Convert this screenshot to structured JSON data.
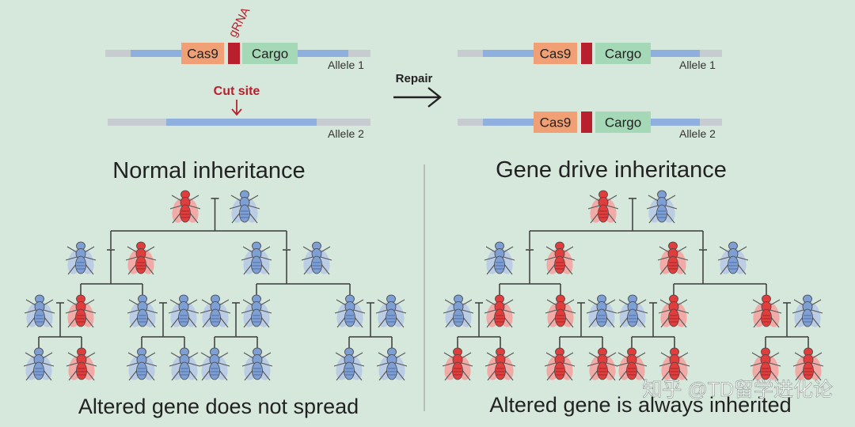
{
  "colors": {
    "background": "#d6e7dc",
    "cas9_box": "#f0a074",
    "cargo_box": "#a5d8b6",
    "grna_bar": "#b8202d",
    "dna_blue": "#8fb0de",
    "dna_gray": "#c7ccd0",
    "altered_fly": "#e23d3d",
    "normal_fly": "#7e9fd4",
    "text_dark": "#222222",
    "accent_red": "#b8202d"
  },
  "allele_diagram": {
    "before": {
      "allele1": {
        "cas9_label": "Cas9",
        "cargo_label": "Cargo",
        "grna_label": "gRNA",
        "allele_label": "Allele 1"
      },
      "allele2": {
        "cut_site_label": "Cut site",
        "allele_label": "Allele 2"
      }
    },
    "repair_label": "Repair",
    "after": {
      "allele1": {
        "cas9_label": "Cas9",
        "cargo_label": "Cargo",
        "allele_label": "Allele 1"
      },
      "allele2": {
        "cas9_label": "Cas9",
        "cargo_label": "Cargo",
        "allele_label": "Allele 2"
      }
    }
  },
  "normal": {
    "heading": "Normal inheritance",
    "caption": "Altered gene does not spread",
    "parents": [
      "red",
      "blue"
    ],
    "gen1": [
      [
        "blue",
        "red"
      ],
      [
        "blue",
        "blue"
      ]
    ],
    "gen2": [
      [
        "blue",
        "red"
      ],
      [
        "blue",
        "blue"
      ],
      [
        "blue",
        "blue"
      ],
      [
        "blue",
        "blue"
      ]
    ],
    "gen3": [
      [
        "blue",
        "red"
      ],
      [
        "blue",
        "blue"
      ],
      [
        "blue",
        "blue"
      ],
      [
        "blue",
        "blue"
      ]
    ]
  },
  "gene_drive": {
    "heading": "Gene drive inheritance",
    "caption": "Altered gene is always inherited",
    "parents": [
      "red",
      "blue"
    ],
    "gen1": [
      [
        "blue",
        "red"
      ],
      [
        "red",
        "blue"
      ]
    ],
    "gen2": [
      [
        "blue",
        "red"
      ],
      [
        "red",
        "blue"
      ],
      [
        "blue",
        "red"
      ],
      [
        "red",
        "blue"
      ]
    ],
    "gen3": [
      [
        "red",
        "red"
      ],
      [
        "red",
        "red"
      ],
      [
        "red",
        "red"
      ],
      [
        "red",
        "red"
      ]
    ]
  },
  "watermark": "知乎 @TD留学进化论"
}
